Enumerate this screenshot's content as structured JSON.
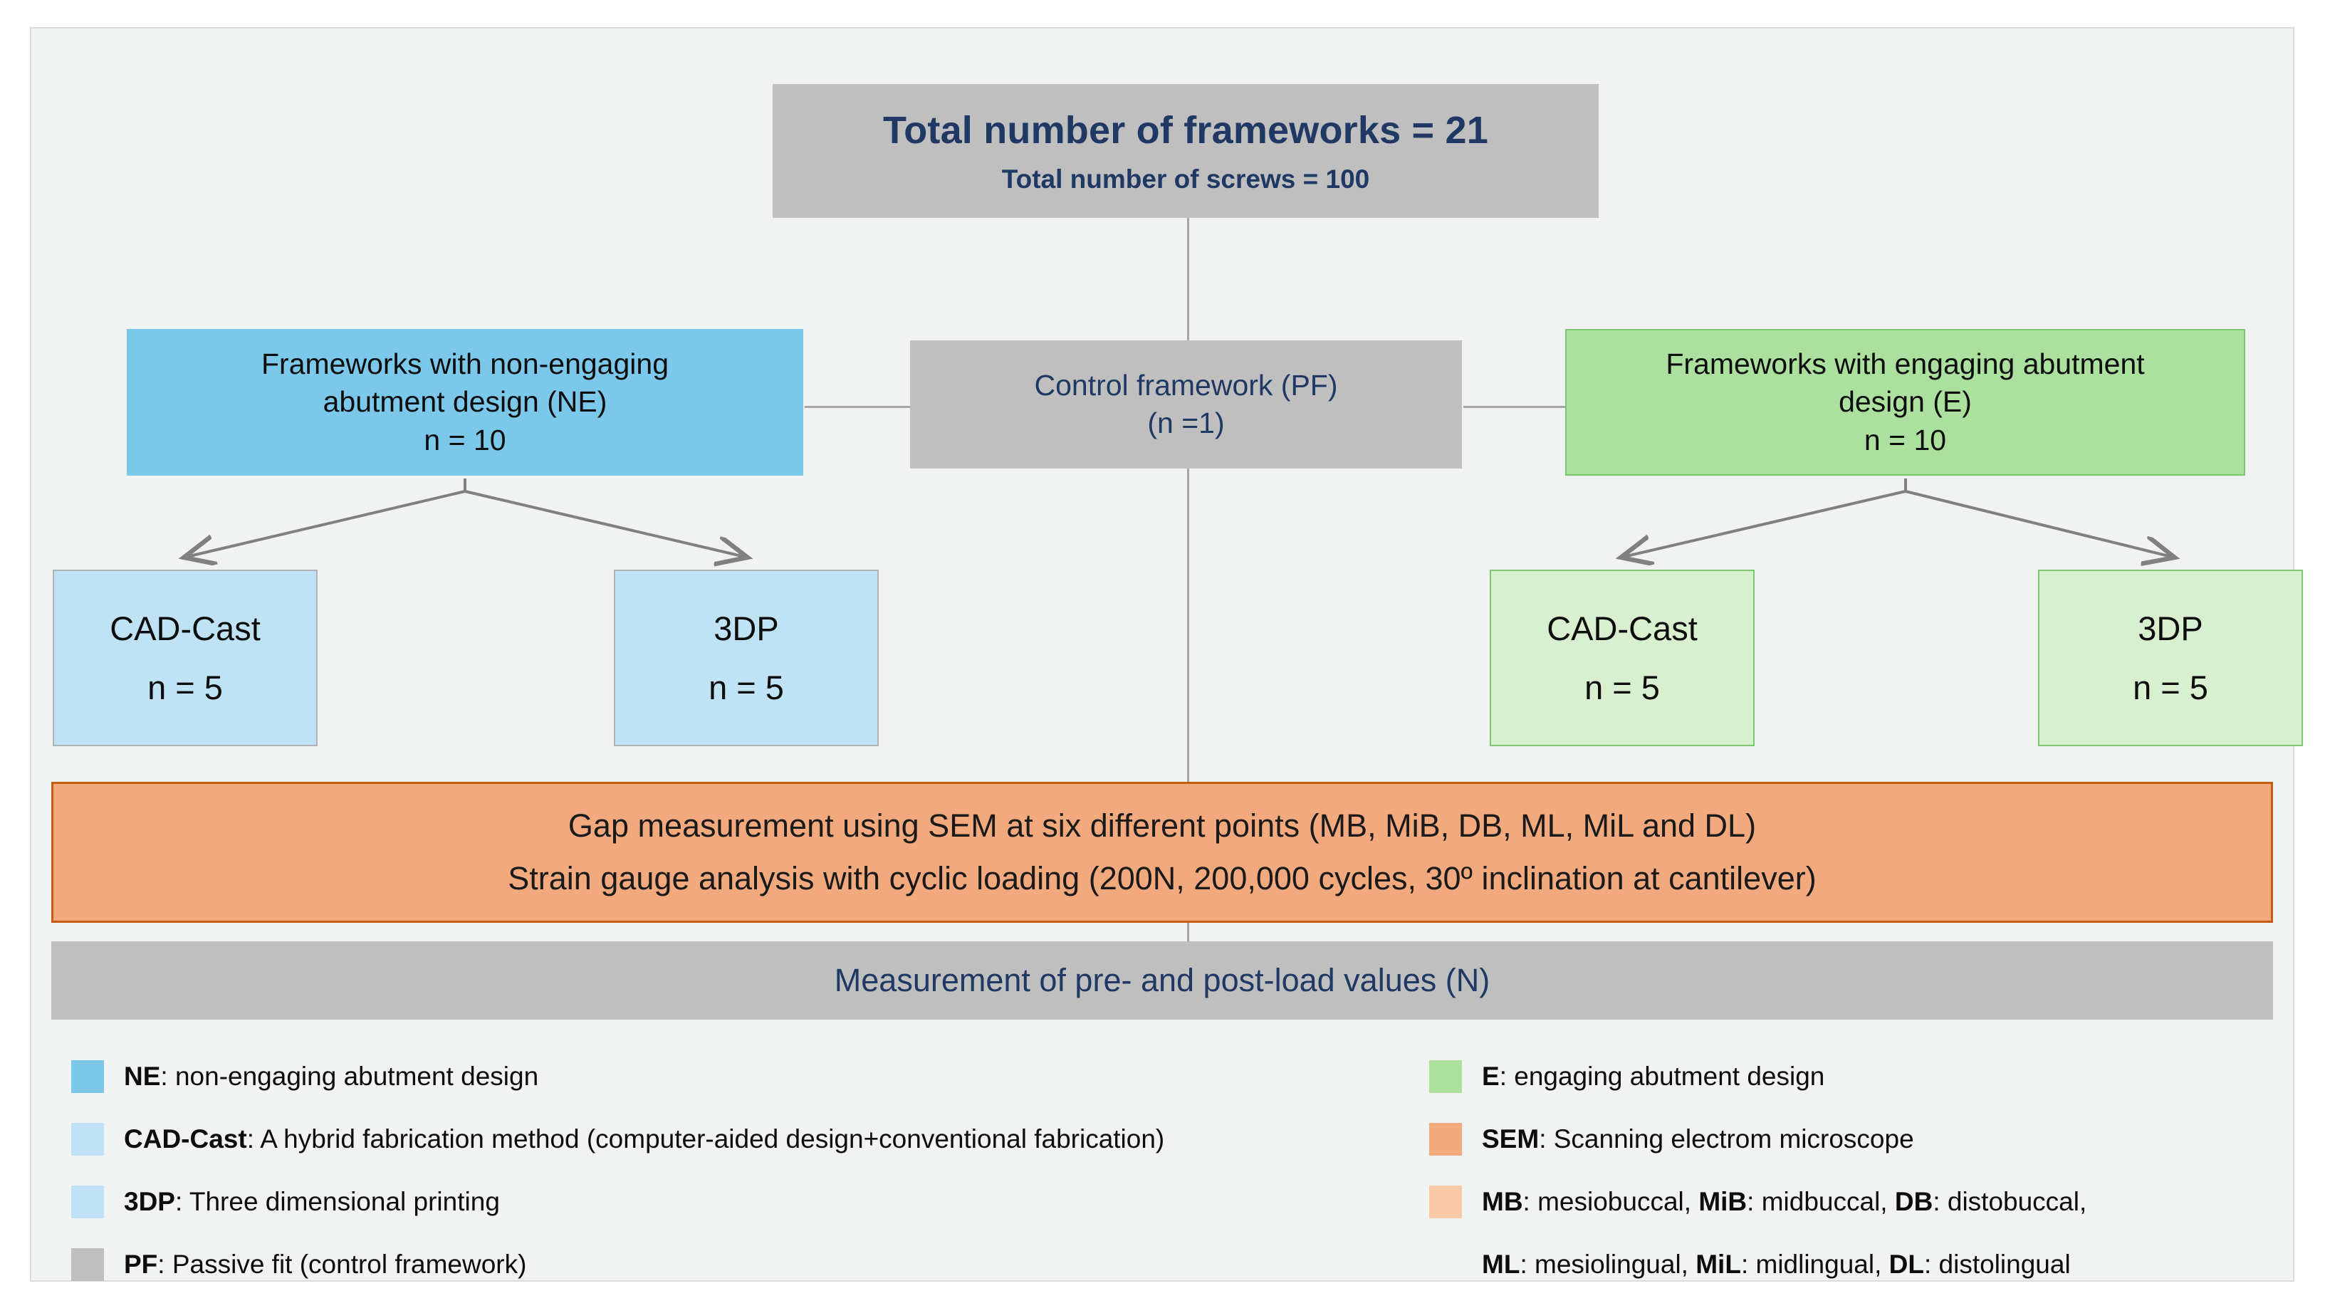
{
  "diagram": {
    "top_box": {
      "line1": "Total number of frameworks = 21",
      "line2": "Total number of screws = 100"
    },
    "ne_box": {
      "line1": "Frameworks with non-engaging",
      "line2": "abutment design (NE)",
      "line3": "n = 10"
    },
    "pf_box": {
      "line1": "Control framework (PF)",
      "line2": "(n =1)"
    },
    "e_box": {
      "line1": "Frameworks with engaging abutment",
      "line2": "design (E)",
      "line3": "n = 10"
    },
    "ne_cad": {
      "line1": "CAD-Cast",
      "line2": "n = 5"
    },
    "ne_3dp": {
      "line1": "3DP",
      "line2": "n = 5"
    },
    "e_cad": {
      "line1": "CAD-Cast",
      "line2": "n = 5"
    },
    "e_3dp": {
      "line1": "3DP",
      "line2": "n = 5"
    },
    "sem_box": {
      "line1": "Gap measurement using SEM at six different points (MB, MiB, DB, ML, MiL and DL)",
      "line2": "Strain gauge analysis with cyclic loading (200N, 200,000 cycles, 30º inclination at cantilever)"
    },
    "measurement_box": {
      "line1": "Measurement of pre- and post-load values (N)"
    }
  },
  "legend": {
    "left": [
      {
        "swatch_color": "#7cc8ea",
        "abbr": "NE",
        "definition": ": non-engaging abutment design"
      },
      {
        "swatch_color": "#bfe3f5",
        "abbr": "CAD-Cast",
        "definition": ": A hybrid fabrication method (computer-aided design+conventional fabrication)"
      },
      {
        "swatch_color": "#bfe3f5",
        "abbr": "3DP",
        "definition": ": Three dimensional printing"
      },
      {
        "swatch_color": "#bfbfbf",
        "abbr": "PF",
        "definition": ": Passive fit (control framework)"
      }
    ],
    "right": [
      {
        "swatch_color": "#abe09f",
        "abbr": "E",
        "definition": ": engaging abutment design"
      },
      {
        "swatch_color": "#f2a97e",
        "abbr": "SEM",
        "definition": ": Scanning electrom microscope"
      },
      {
        "swatch_color": "#f9c9a8",
        "abbr": "MB",
        "definition": ": mesiobuccal, ",
        "abbr2": "MiB",
        "definition2": ": midbuccal, ",
        "abbr3": "DB",
        "definition3": ": distobuccal,"
      },
      {
        "swatch_color": "",
        "abbr": "ML",
        "definition": ": mesiolingual, ",
        "abbr2": "MiL",
        "definition2": ": midlingual, ",
        "abbr3": "DL",
        "definition3": ": distolingual"
      }
    ]
  },
  "colors": {
    "panel_background": "#f1f2f2",
    "gray_box": "#bfbfbf",
    "blue_medium": "#7cc8ea",
    "blue_light": "#bfe3f5",
    "green_medium": "#abe09f",
    "green_light": "#d8f0d0",
    "orange": "#f2a97e",
    "orange_border": "#c55a11",
    "navy_text": "#1f3864",
    "connector": "#a6a6a6"
  }
}
